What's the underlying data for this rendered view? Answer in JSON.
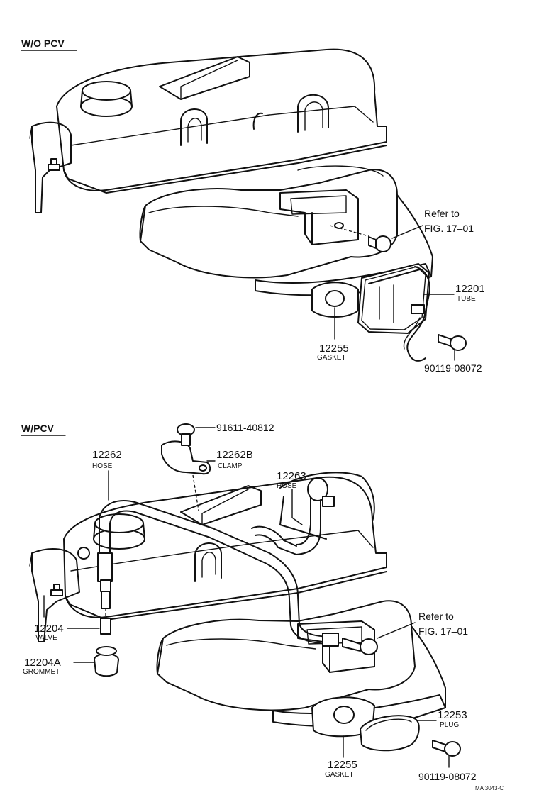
{
  "sections": {
    "top": {
      "title": "W/O PCV"
    },
    "bottom": {
      "title": "W/PCV"
    }
  },
  "top_callouts": {
    "refer_line1": "Refer to",
    "refer_line2": "FIG. 17–01",
    "tube_num": "12201",
    "tube_name": "TUBE",
    "gasket_num": "12255",
    "gasket_name": "GASKET",
    "bolt_num": "90119-08072"
  },
  "bottom_callouts": {
    "bolt_top_num": "91611-40812",
    "hose1_num": "12262",
    "hose1_name": "HOSE",
    "clamp_num": "12262B",
    "clamp_name": "CLAMP",
    "hose2_num": "12263",
    "hose2_name": "HOSE",
    "refer_line1": "Refer to",
    "refer_line2": "FIG. 17–01",
    "valve_num": "12204",
    "valve_name": "VALVE",
    "grommet_num": "12204A",
    "grommet_name": "GROMMET",
    "plug_num": "12253",
    "plug_name": "PLUG",
    "gasket_num": "12255",
    "gasket_name": "GASKET",
    "bolt_num": "90119-08072"
  },
  "figure_code": "MA 3043-C"
}
